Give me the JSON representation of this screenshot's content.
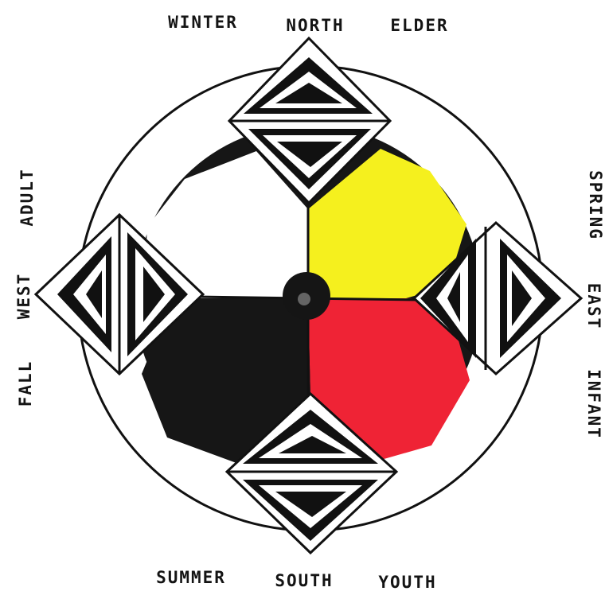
{
  "labels": {
    "winter": "WINTER",
    "north": "NORTH",
    "elder": "ELDER",
    "adult": "ADULT",
    "west": "WEST",
    "fall": "FALL",
    "spring": "SPRING",
    "east": "EAST",
    "infant": "INFANT",
    "summer": "SUMMER",
    "south": "SOUTH",
    "youth": "YOUTH"
  },
  "colors": {
    "quadrant_north_west": "#ffffff",
    "quadrant_north_east": "#f5f01e",
    "quadrant_south_east": "#ef2335",
    "quadrant_south_west": "#161616",
    "ink": "#111111"
  }
}
